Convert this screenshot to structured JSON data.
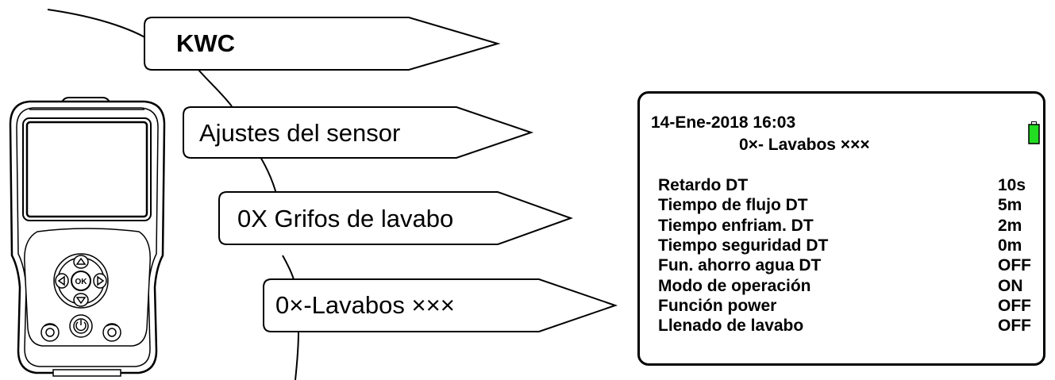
{
  "menu_path": {
    "level1": "KWC",
    "level2": "Ajustes del sensor",
    "level3": "0X Grifos de lavabo",
    "level4": "0×-Lavabos ×××"
  },
  "device": {
    "ok_label": "OK"
  },
  "screen": {
    "datetime": "14-Ene-2018 16:03",
    "title": "0×- Lavabos ×××",
    "battery_color": "#22dd22",
    "settings": [
      {
        "label": "Retardo DT",
        "value": "10s"
      },
      {
        "label": "Tiempo de flujo DT",
        "value": "5m"
      },
      {
        "label": "Tiempo enfriam. DT",
        "value": "2m"
      },
      {
        "label": "Tiempo seguridad DT",
        "value": "0m"
      },
      {
        "label": "Fun. ahorro agua DT",
        "value": "OFF"
      },
      {
        "label": "Modo de operación",
        "value": "ON"
      },
      {
        "label": "Función power",
        "value": "OFF"
      },
      {
        "label": "Llenado de lavabo",
        "value": "OFF"
      }
    ]
  }
}
